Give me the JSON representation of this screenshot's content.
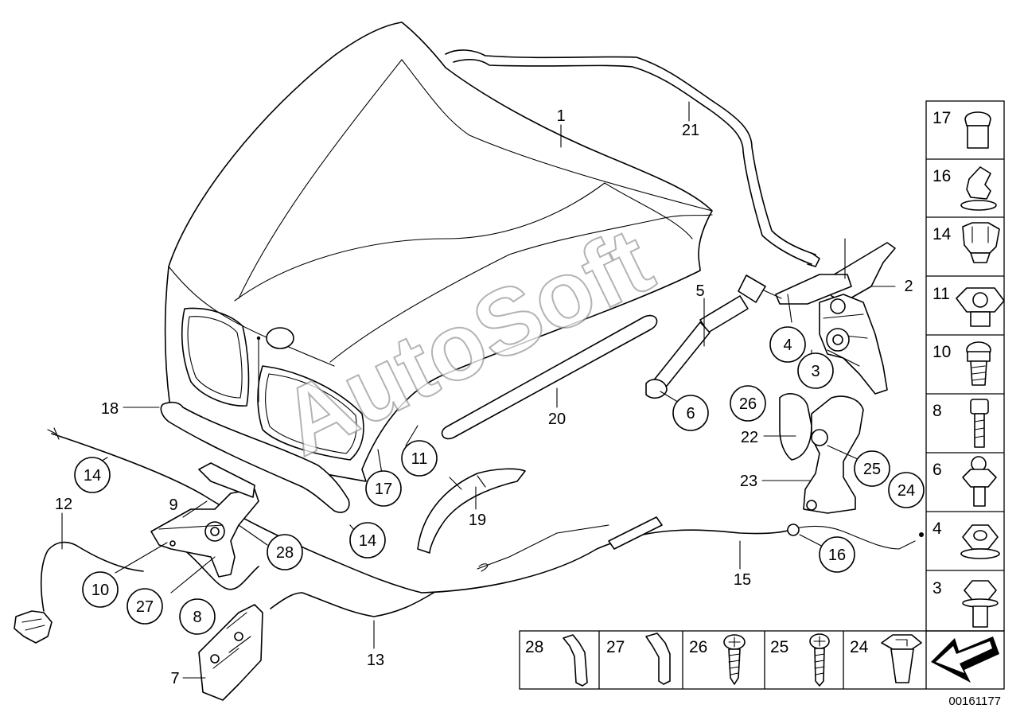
{
  "watermark": "AutoSoft",
  "drawing_number": "00161177",
  "callouts": {
    "c1": "1",
    "c2": "2",
    "c3": "3",
    "c4": "4",
    "c5": "5",
    "c6": "6",
    "c7": "7",
    "c8": "8",
    "c9": "9",
    "c10": "10",
    "c11": "11",
    "c12": "12",
    "c13": "13",
    "c14a": "14",
    "c14b": "14",
    "c15": "15",
    "c16": "16",
    "c17": "17",
    "c18": "18",
    "c19": "19",
    "c20": "20",
    "c21": "21",
    "c22": "22",
    "c23": "23",
    "c24": "24",
    "c25": "25",
    "c26": "26",
    "c27": "27",
    "c28": "28"
  },
  "parts_column": [
    "17",
    "16",
    "14",
    "11",
    "10",
    "8",
    "6",
    "4",
    "3"
  ],
  "parts_row": [
    "28",
    "27",
    "26",
    "25",
    "24"
  ],
  "icons": {
    "arrow": "direction-arrow-icon"
  }
}
